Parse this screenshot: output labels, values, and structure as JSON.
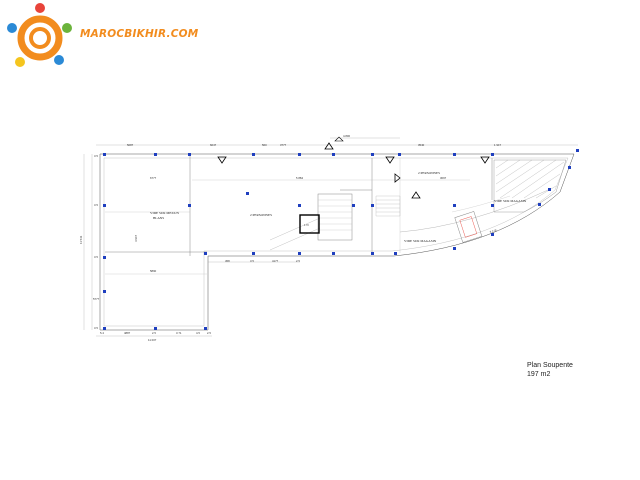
{
  "brand": {
    "name": "MAROCBIKHIR.COM",
    "colors": {
      "orange": "#f28c1e",
      "red": "#e8443a",
      "blue": "#2b8ad6",
      "green": "#6bb33b",
      "yellow": "#f5c51e"
    }
  },
  "plan": {
    "title": "Plan Soupente",
    "area": "197 m2",
    "rooms": [
      {
        "id": "vide-mezzanine",
        "label_line1": "VIDE SUR MEZZ/N",
        "label_line2": "BLANS"
      },
      {
        "id": "personnes-left",
        "label": "2 PERSONNES"
      },
      {
        "id": "personnes-right",
        "label": "2 PERSONNES"
      },
      {
        "id": "vide-magasin-1",
        "label": "VIDE SUR MAGASIN"
      },
      {
        "id": "vide-magasin-2",
        "label": "VIDE SUR MAGASIN"
      }
    ],
    "box_label": "1.70",
    "dimensions": {
      "top_overall": "4.800",
      "top_segments": [
        "5087",
        "6047",
        "560",
        "3777",
        "3540",
        "1 947"
      ],
      "inner_horizontal": [
        "6777",
        "5 884",
        "3097",
        "5890"
      ],
      "left_vertical": [
        "11 541",
        "4 947",
        "5777"
      ],
      "bottom_segments": [
        "5.4",
        "4887",
        "2.5",
        "3.71",
        "4.5",
        "2.5"
      ],
      "bottom_overall": "11 007",
      "low_segments": [
        "458",
        "3.5",
        "4177",
        "2.5"
      ],
      "right_curve": "3 178",
      "side_small": [
        "3.5",
        "3.5",
        "3.5",
        "3.5"
      ]
    }
  }
}
